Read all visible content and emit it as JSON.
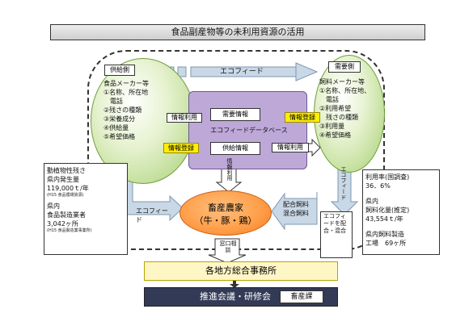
{
  "title": "食品副産物等の未利用資源の活用",
  "supply": {
    "header": "供給側",
    "lines": [
      "食品メーカー等",
      "①名称、所在地",
      "　電話",
      "②残さの種類",
      "③栄養成分",
      "④供給量",
      "⑤希望価格"
    ]
  },
  "demand": {
    "header": "需要側",
    "lines": [
      "飼料メーカー等",
      "①名称、所在地、",
      "　電話",
      "②利用希望",
      "　残さの種類",
      "③利用量",
      "④希望価格"
    ]
  },
  "top_arrow_label": "エコフィード",
  "center": {
    "db_label": "エコフィードデータベース",
    "demand_info": "需要情報",
    "supply_info": "供給情報",
    "info_use_left": "情報利用",
    "info_use_right": "情報利用",
    "info_register_left": "情報登録",
    "info_register_right": "情報登録",
    "info_use_vertical": "情報利用"
  },
  "farm": {
    "line1": "畜産農家",
    "line2": "（牛・豚・鶏）"
  },
  "left_info": {
    "l1": "動植物性残さ",
    "l2": "県内発生量",
    "l3": "119,000ｔ/年",
    "l4": "(H15 食品循環資源)",
    "l5": "県内",
    "l6": "食品製造業者",
    "l7": "3,042ヶ所",
    "l8": "(H15 食品製造業事業所)"
  },
  "right_info": {
    "r1": "利用率(国調査)",
    "r2": "36．6%",
    "r3": "県内",
    "r4": "飼料化量(推定)",
    "r5": "43,554ｔ/年",
    "r6": "県内飼料製造",
    "r7": "工場　69ヶ所"
  },
  "bottom_left_arrow_label": "エコフィード",
  "mix_feed": [
    "配合飼料",
    "混合飼料"
  ],
  "eco_vertical": "エコフィード",
  "eco_mix_box": "エコフィードを配合・混合",
  "consult": "窓口相談",
  "office": "各地方総合事務所",
  "meeting": "推進会議・研修会",
  "meeting_tag": "畜産課"
}
